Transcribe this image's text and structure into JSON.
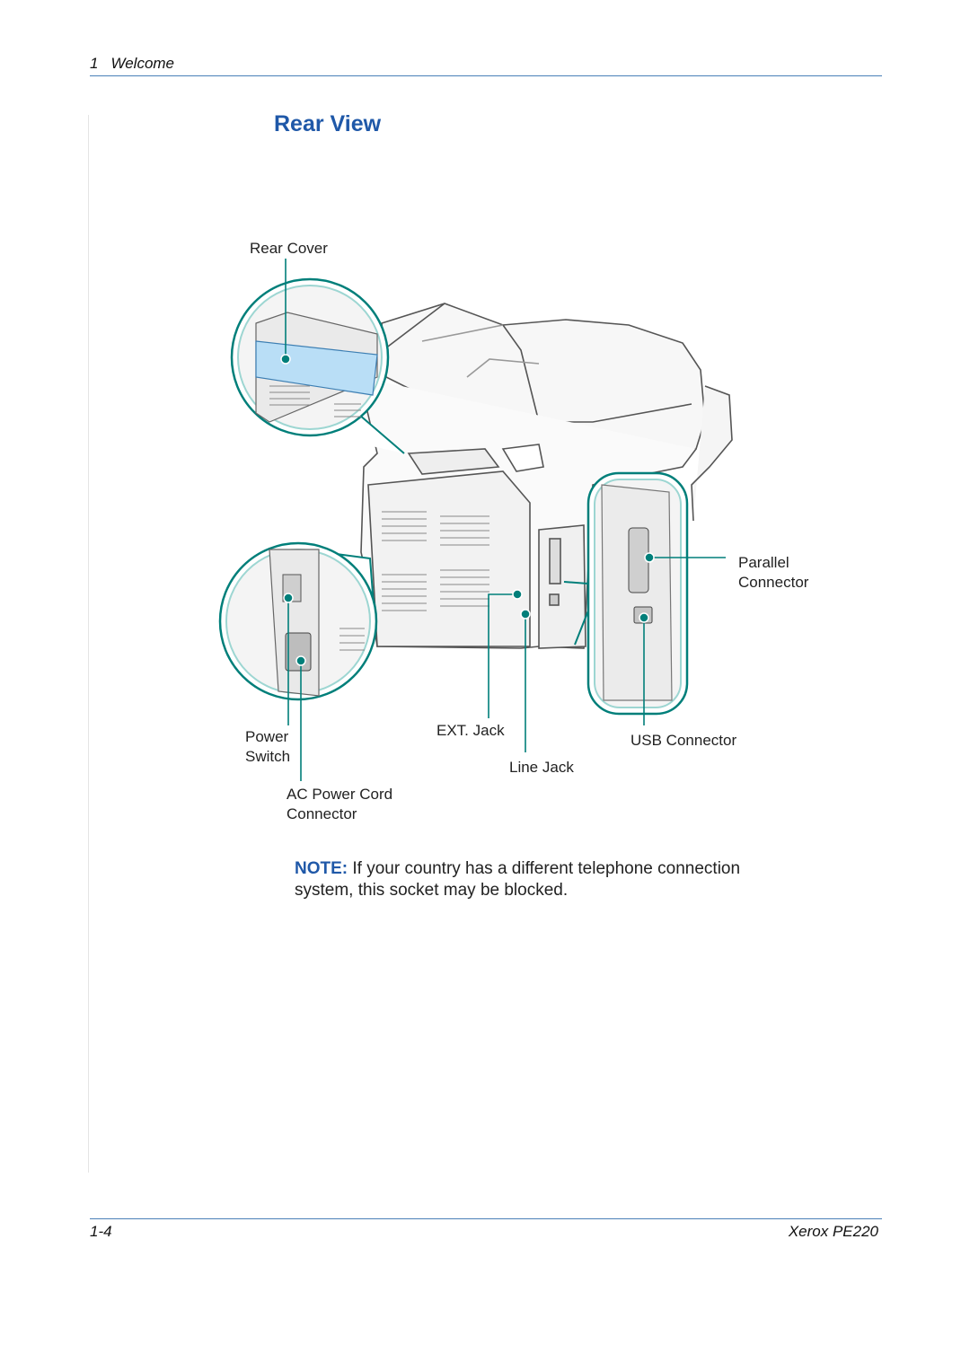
{
  "header": {
    "chapter_number": "1",
    "chapter_title": "Welcome"
  },
  "title": "Rear View",
  "figure": {
    "labels": {
      "rear_cover": "Rear Cover",
      "parallel_connector_1": "Parallel",
      "parallel_connector_2": "Connector",
      "power_switch_1": "Power",
      "power_switch_2": "Switch",
      "ext_jack": "EXT. Jack",
      "usb_connector": "USB Connector",
      "line_jack": "Line Jack",
      "ac_power_cord_1": "AC Power Cord",
      "ac_power_cord_2": "Connector"
    }
  },
  "note": {
    "keyword": "NOTE:",
    "text": " If your country has a different telephone connection system, this socket may be blocked."
  },
  "footer": {
    "page_number": "1-4",
    "product": "Xerox PE220"
  },
  "colors": {
    "accent": "#1f58a8",
    "callout": "#007f7a",
    "rule": "#4a80b8"
  }
}
